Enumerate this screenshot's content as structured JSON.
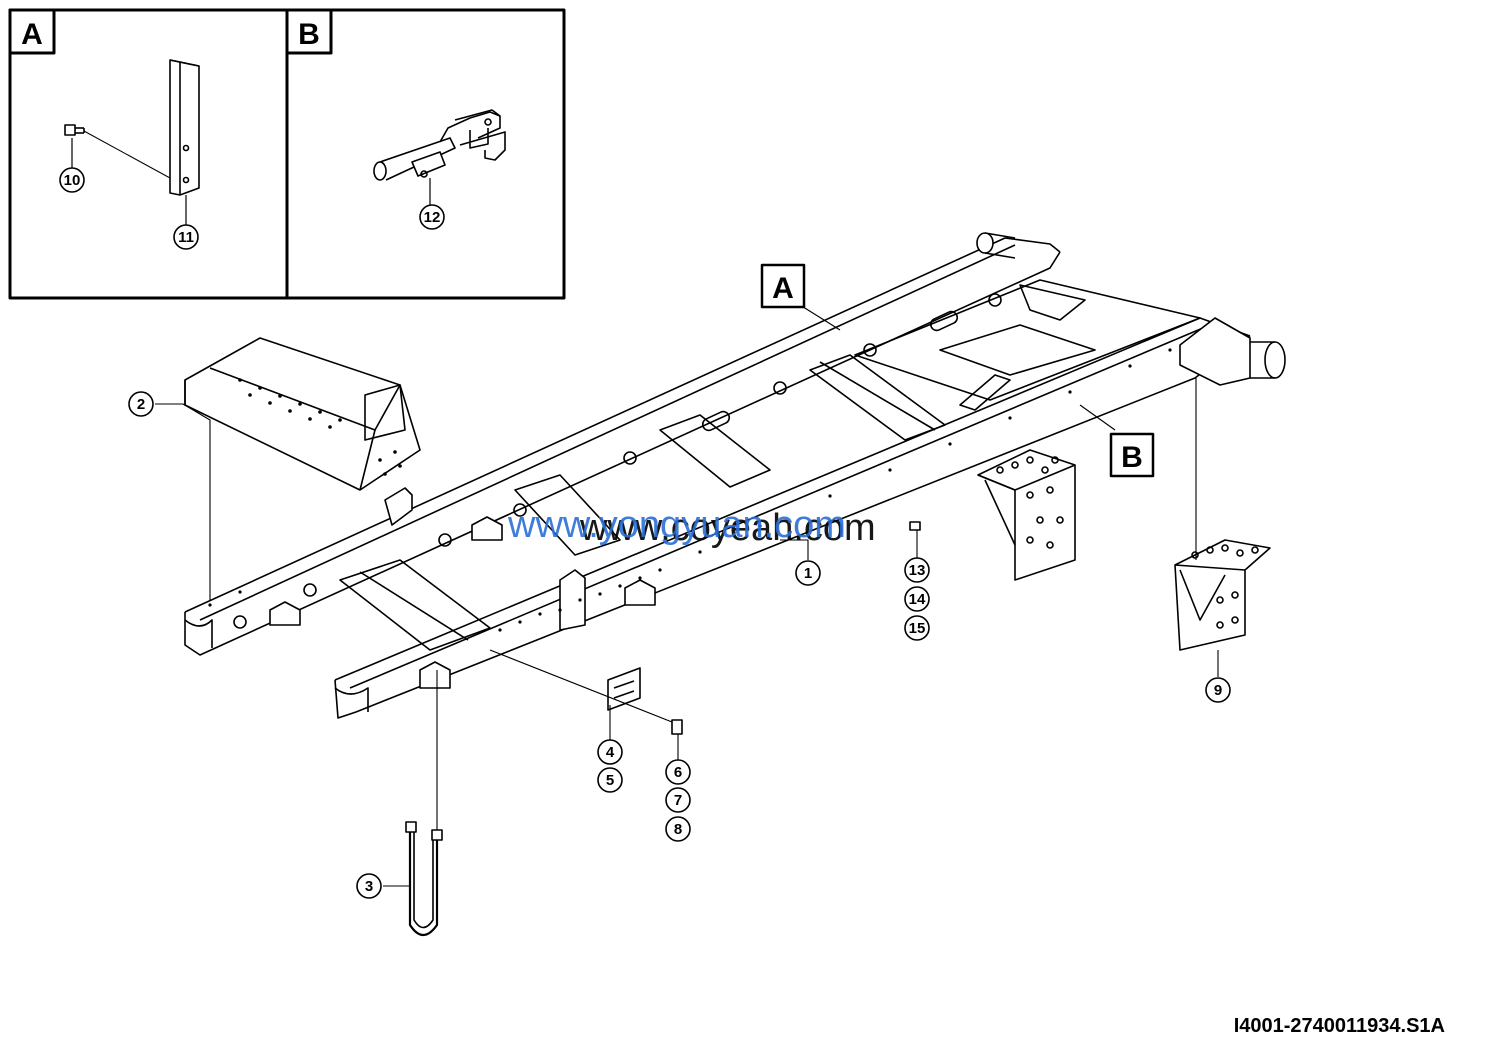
{
  "detail_views": {
    "A": {
      "label": "A",
      "callouts": [
        "10",
        "11"
      ]
    },
    "B": {
      "label": "B",
      "callouts": [
        "12"
      ]
    }
  },
  "main_view": {
    "reference_labels": [
      "A",
      "B"
    ],
    "callouts": [
      "1",
      "2",
      "3",
      "4",
      "5",
      "6",
      "7",
      "8",
      "9",
      "13",
      "14",
      "15"
    ]
  },
  "watermark": {
    "blue": "www.yongyuan.com",
    "black": "www.coyeah.com",
    "blue_color": "#2a6fd6"
  },
  "drawing_code": "I4001-2740011934.S1A"
}
